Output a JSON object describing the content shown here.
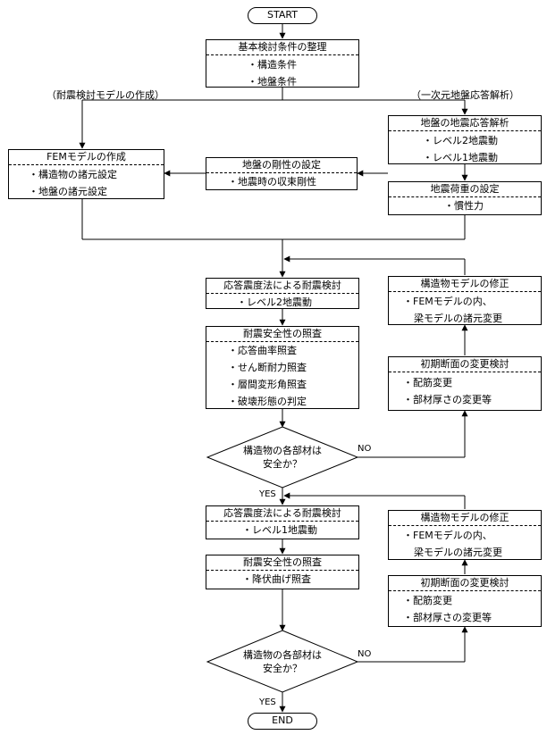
{
  "start": "START",
  "end": "END",
  "condition_box": {
    "title": "基本検討条件の整理",
    "items": [
      "・構造条件",
      "・地盤条件"
    ]
  },
  "notes": {
    "left": "（耐震検討モデルの作成）",
    "right": "（一次元地盤応答解析）"
  },
  "fem_model": {
    "title": "FEMモデルの作成",
    "items": [
      "・構造物の諸元設定",
      "・地盤の諸元設定"
    ]
  },
  "ground_response": {
    "title": "地盤の地震応答解析",
    "items": [
      "・レベル2地震動",
      "・レベル1地震動"
    ]
  },
  "ground_stiffness": {
    "title": "地盤の剛性の設定",
    "items": [
      "・地震時の収束剛性"
    ]
  },
  "seismic_load": {
    "title": "地震荷重の設定",
    "items": [
      "・慣性力"
    ]
  },
  "check_l2": {
    "title": "応答震度法による耐震検討",
    "items": [
      "・レベル2地震動"
    ]
  },
  "safety_l2": {
    "title": "耐震安全性の照査",
    "items": [
      "・応答曲率照査",
      "・せん断耐力照査",
      "・層間変形角照査",
      "・破壊形態の判定"
    ]
  },
  "decision_1": {
    "line1": "構造物の各部材は",
    "line2": "安全か？"
  },
  "modify_1": {
    "title": "構造物モデルの修正",
    "items": [
      "・FEMモデルの内、",
      "梁モデルの諸元変更"
    ]
  },
  "section_1": {
    "title": "初期断面の変更検討",
    "items": [
      "・配筋変更",
      "・部材厚さの変更等"
    ]
  },
  "check_l1": {
    "title": "応答震度法による耐震検討",
    "items": [
      "・レベル1地震動"
    ]
  },
  "safety_l1": {
    "title": "耐震安全性の照査",
    "items": [
      "・降伏曲げ照査"
    ]
  },
  "decision_2": {
    "line1": "構造物の各部材は",
    "line2": "安全か？"
  },
  "modify_2": {
    "title": "構造物モデルの修正",
    "items": [
      "・FEMモデルの内、",
      "梁モデルの諸元変更"
    ]
  },
  "section_2": {
    "title": "初期断面の変更検討",
    "items": [
      "・配筋変更",
      "・部材厚さの変更等"
    ]
  },
  "labels": {
    "yes": "YES",
    "no": "NO"
  }
}
